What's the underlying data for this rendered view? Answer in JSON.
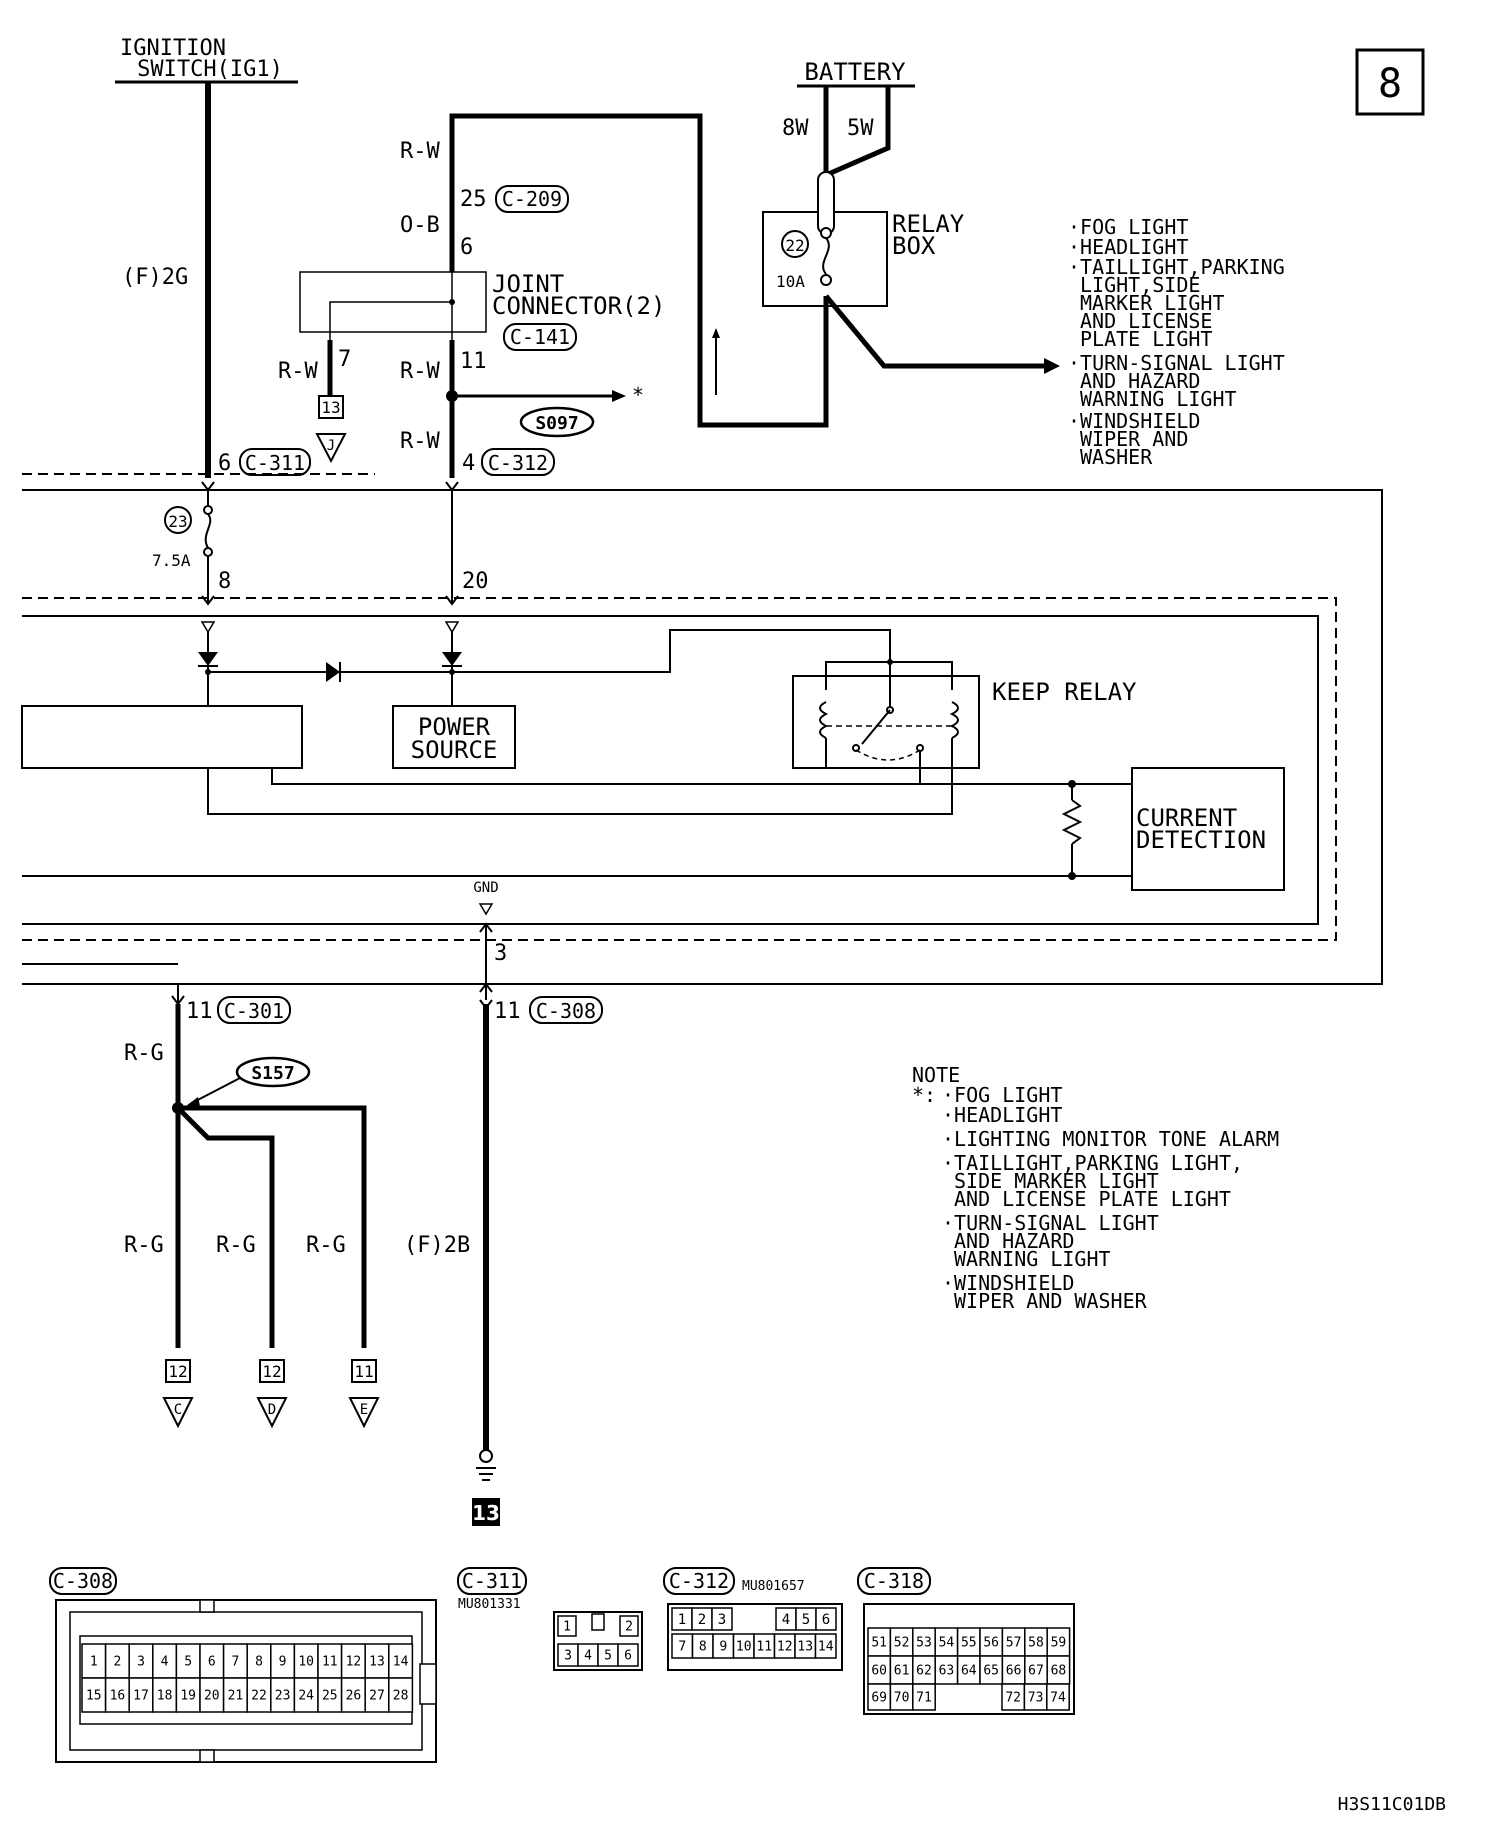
{
  "page_number": "8",
  "diagram_code": "H3S11C01DB",
  "power": {
    "ignition_label_1": "IGNITION",
    "ignition_label_2": "SWITCH(IG1)",
    "ignition_wire": "(F)2G",
    "battery_label": "BATTERY",
    "battery_wire_left": "8W",
    "battery_wire_right": "5W",
    "relay_box_1": "RELAY",
    "relay_box_2": "BOX",
    "relay_fuse_no": "22",
    "relay_fuse_amp": "10A"
  },
  "loads": [
    "·FOG LIGHT",
    "·HEADLIGHT",
    "·TAILLIGHT,PARKING",
    "LIGHT,SIDE",
    "MARKER LIGHT",
    "AND LICENSE",
    "PLATE LIGHT",
    "·TURN-SIGNAL LIGHT",
    "AND HAZARD",
    "WARNING LIGHT",
    "·WINDSHIELD",
    "WIPER AND",
    "WASHER"
  ],
  "joint": {
    "label_1": "JOINT",
    "label_2": "CONNECTOR(2)",
    "connector": "C-141",
    "pin_in": "6",
    "pin_out": "11",
    "pin_side": "7",
    "wire_in_top": "R-W",
    "pin_c209": "25",
    "c209": "C-209",
    "wire_ob": "O-B",
    "wire_side": "R-W",
    "wire_out": "R-W",
    "splice": "S097",
    "asterisk": "*",
    "wire_low": "R-W",
    "pin_c312": "4",
    "c312": "C-312",
    "ref_num": "13",
    "ref_letter": "J"
  },
  "etacs": {
    "pin_c311": "6",
    "c311": "C-311",
    "fuse_no": "23",
    "fuse_amp": "7.5A",
    "pin_8": "8",
    "pin_20": "20",
    "power_source_1": "POWER",
    "power_source_2": "SOURCE",
    "keep_relay": "KEEP RELAY",
    "current_1": "CURRENT",
    "current_2": "DETECTION",
    "gnd": "GND",
    "pin_3": "3"
  },
  "bottom": {
    "pin_c301": "11",
    "c301": "C-301",
    "wire_rg_top": "R-G",
    "splice": "S157",
    "wire_rg_1": "R-G",
    "wire_rg_2": "R-G",
    "wire_rg_3": "R-G",
    "pin_c308": "11",
    "c308": "C-308",
    "ground_wire": "(F)2B",
    "ground_ref": "13",
    "refs": [
      {
        "num": "12",
        "letter": "C"
      },
      {
        "num": "12",
        "letter": "D"
      },
      {
        "num": "11",
        "letter": "E"
      }
    ]
  },
  "note": {
    "title": "NOTE",
    "star": "*:",
    "lines": [
      "·FOG LIGHT",
      "·HEADLIGHT",
      "·LIGHTING MONITOR TONE ALARM",
      "·TAILLIGHT,PARKING LIGHT,",
      "SIDE MARKER LIGHT",
      "AND LICENSE PLATE LIGHT",
      "·TURN-SIGNAL LIGHT",
      "AND HAZARD",
      "WARNING LIGHT",
      "·WINDSHIELD",
      "WIPER AND WASHER"
    ]
  },
  "connectors": {
    "c308": {
      "name": "C-308",
      "row1": [
        "1",
        "2",
        "3",
        "4",
        "5",
        "6",
        "7",
        "8",
        "9",
        "10",
        "11",
        "12",
        "13",
        "14"
      ],
      "row2": [
        "15",
        "16",
        "17",
        "18",
        "19",
        "20",
        "21",
        "22",
        "23",
        "24",
        "25",
        "26",
        "27",
        "28"
      ]
    },
    "c311": {
      "name": "C-311",
      "part": "MU801331",
      "row1": [
        "1",
        "2"
      ],
      "row2": [
        "3",
        "4",
        "5",
        "6"
      ]
    },
    "c312": {
      "name": "C-312",
      "part": "MU801657",
      "row1": [
        "1",
        "2",
        "3",
        "4",
        "5",
        "6"
      ],
      "row2": [
        "7",
        "8",
        "9",
        "10",
        "11",
        "12",
        "13",
        "14"
      ]
    },
    "c318": {
      "name": "C-318",
      "row1": [
        "51",
        "52",
        "53",
        "54",
        "55",
        "56",
        "57",
        "58",
        "59"
      ],
      "row2": [
        "60",
        "61",
        "62",
        "63",
        "64",
        "65",
        "66",
        "67",
        "68"
      ],
      "row3": [
        "69",
        "70",
        "71",
        "72",
        "73",
        "74"
      ]
    }
  }
}
